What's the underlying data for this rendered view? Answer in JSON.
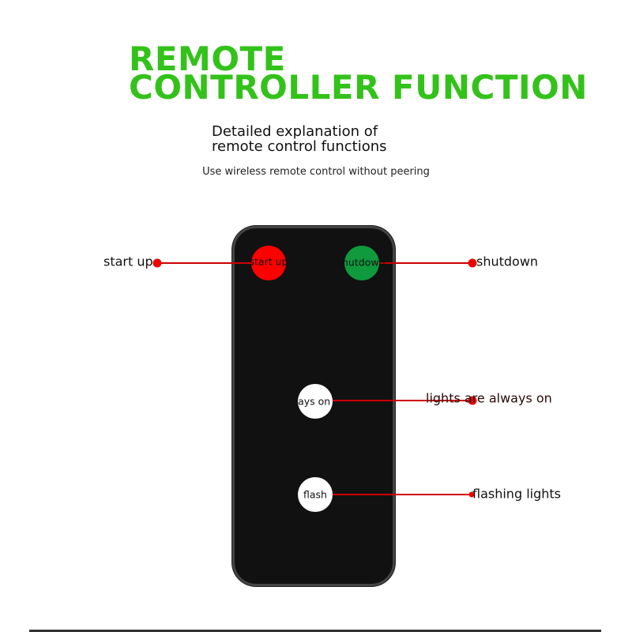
{
  "title": {
    "line1": "REMOTE",
    "line2": "CONTROLLER FUNCTION"
  },
  "subtitle": {
    "line1": "Detailed explanation of",
    "line2": "remote control functions"
  },
  "note": "Use wireless remote control without peering",
  "buttons": [
    {
      "label": "start up",
      "color": "#ff0000",
      "callout": "start up"
    },
    {
      "label": "shutdown",
      "color": "#0f9a3e",
      "callout": "shutdown"
    },
    {
      "label": "always on",
      "color": "#ffffff",
      "callout": "lights are always on"
    },
    {
      "label": "flash",
      "color": "#ffffff",
      "callout": "flashing lights"
    }
  ]
}
